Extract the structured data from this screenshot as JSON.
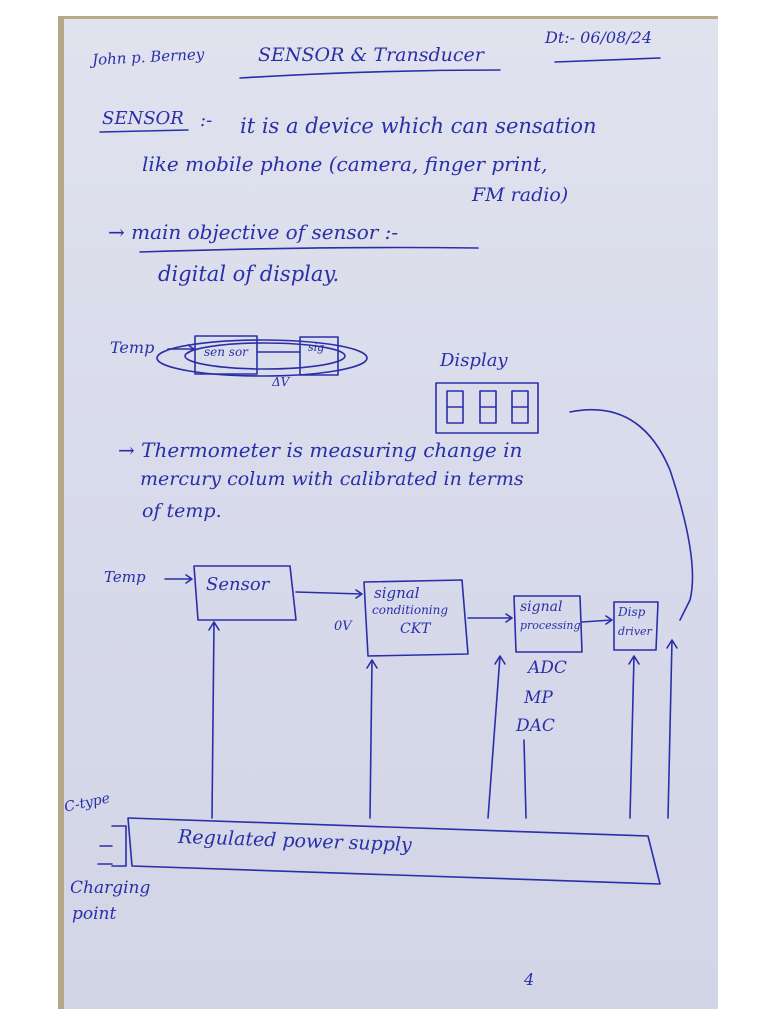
{
  "header": {
    "author": "John p. Berney",
    "title": "SENSOR & Transducer",
    "date": "Dt:- 06/08/24"
  },
  "definition": {
    "term": "SENSOR",
    "separator": ":-",
    "line1": "it is a device which can sensation",
    "line2": "like mobile phone (camera, finger print,",
    "line3": "FM radio)"
  },
  "objective": {
    "heading": "→ main objective of sensor :-",
    "text": "digital of display."
  },
  "small_diagram": {
    "input_label": "Temp",
    "box1_label": "sen sor",
    "box2_label": "sig",
    "delta_label": "ΔV",
    "display_label": "Display",
    "display_digits": "888"
  },
  "thermometer": {
    "line1": "→ Thermometer is measuring change in",
    "line2": "mercury colum with calibrated in terms",
    "line3": "of temp."
  },
  "block_diagram": {
    "input_label": "Temp",
    "sensor_label": "Sensor",
    "ov_label": "0V",
    "signal_cond_line1": "signal",
    "signal_cond_line2": "conditioning",
    "signal_cond_line3": "CKT",
    "signal_proc_line1": "signal",
    "signal_proc_line2": "processing",
    "display_driver_line1": "Disp",
    "display_driver_line2": "driver",
    "proc_list": [
      "ADC",
      "MP",
      "DAC"
    ],
    "ctype_label": "C-type",
    "charging_line1": "Charging",
    "charging_line2": "point",
    "power_supply_label": "Regulated power supply"
  },
  "page_number": "4"
}
